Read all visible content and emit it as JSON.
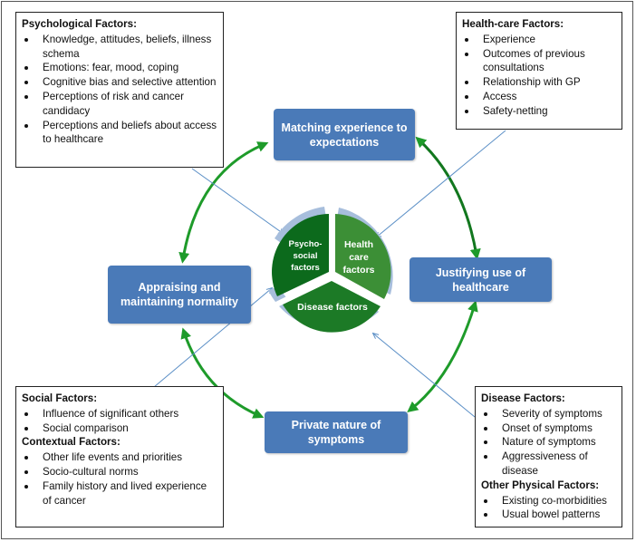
{
  "colors": {
    "stage_fill": "#4a7ab8",
    "arrow_green": "#1e9b2a",
    "connector_blue": "#5b8fc6",
    "ring_blue": "#a7bedc",
    "psycho_green": "#0c6a1c",
    "health_green": "#3c8f36",
    "disease_green": "#1c7a26"
  },
  "psychological": {
    "title": "Psychological Factors:",
    "items": [
      "Knowledge, attitudes, beliefs, illness schema",
      "Emotions: fear, mood, coping",
      "Cognitive bias and selective attention",
      "Perceptions of risk and cancer candidacy",
      "Perceptions and beliefs about access to healthcare"
    ]
  },
  "healthcare": {
    "title": "Health-care Factors:",
    "items": [
      "Experience",
      "Outcomes of previous consultations",
      "Relationship with GP",
      "Access",
      "Safety-netting"
    ]
  },
  "social": {
    "title": "Social Factors:",
    "items": [
      "Influence of significant others",
      "Social comparison"
    ],
    "contextual_title": "Contextual Factors:",
    "contextual_items": [
      "Other life events and priorities",
      "Socio-cultural norms",
      "Family history and lived experience of cancer"
    ]
  },
  "disease": {
    "title": "Disease Factors:",
    "items": [
      "Severity of symptoms",
      "Onset of symptoms",
      "Nature of symptoms",
      "Aggressiveness of disease"
    ],
    "other_title": "Other Physical Factors:",
    "other_items": [
      "Existing co-morbidities",
      "Usual bowel patterns"
    ]
  },
  "stages": {
    "matching": "Matching experience to expectations",
    "justifying": "Justifying use of healthcare",
    "private": "Private nature of symptoms",
    "appraising": "Appraising and maintaining normality"
  },
  "center": {
    "psycho_line1": "Psycho-",
    "psycho_line2": "social",
    "psycho_line3": "factors",
    "health_line1": "Health",
    "health_line2": "care",
    "health_line3": "factors",
    "disease": "Disease factors"
  }
}
